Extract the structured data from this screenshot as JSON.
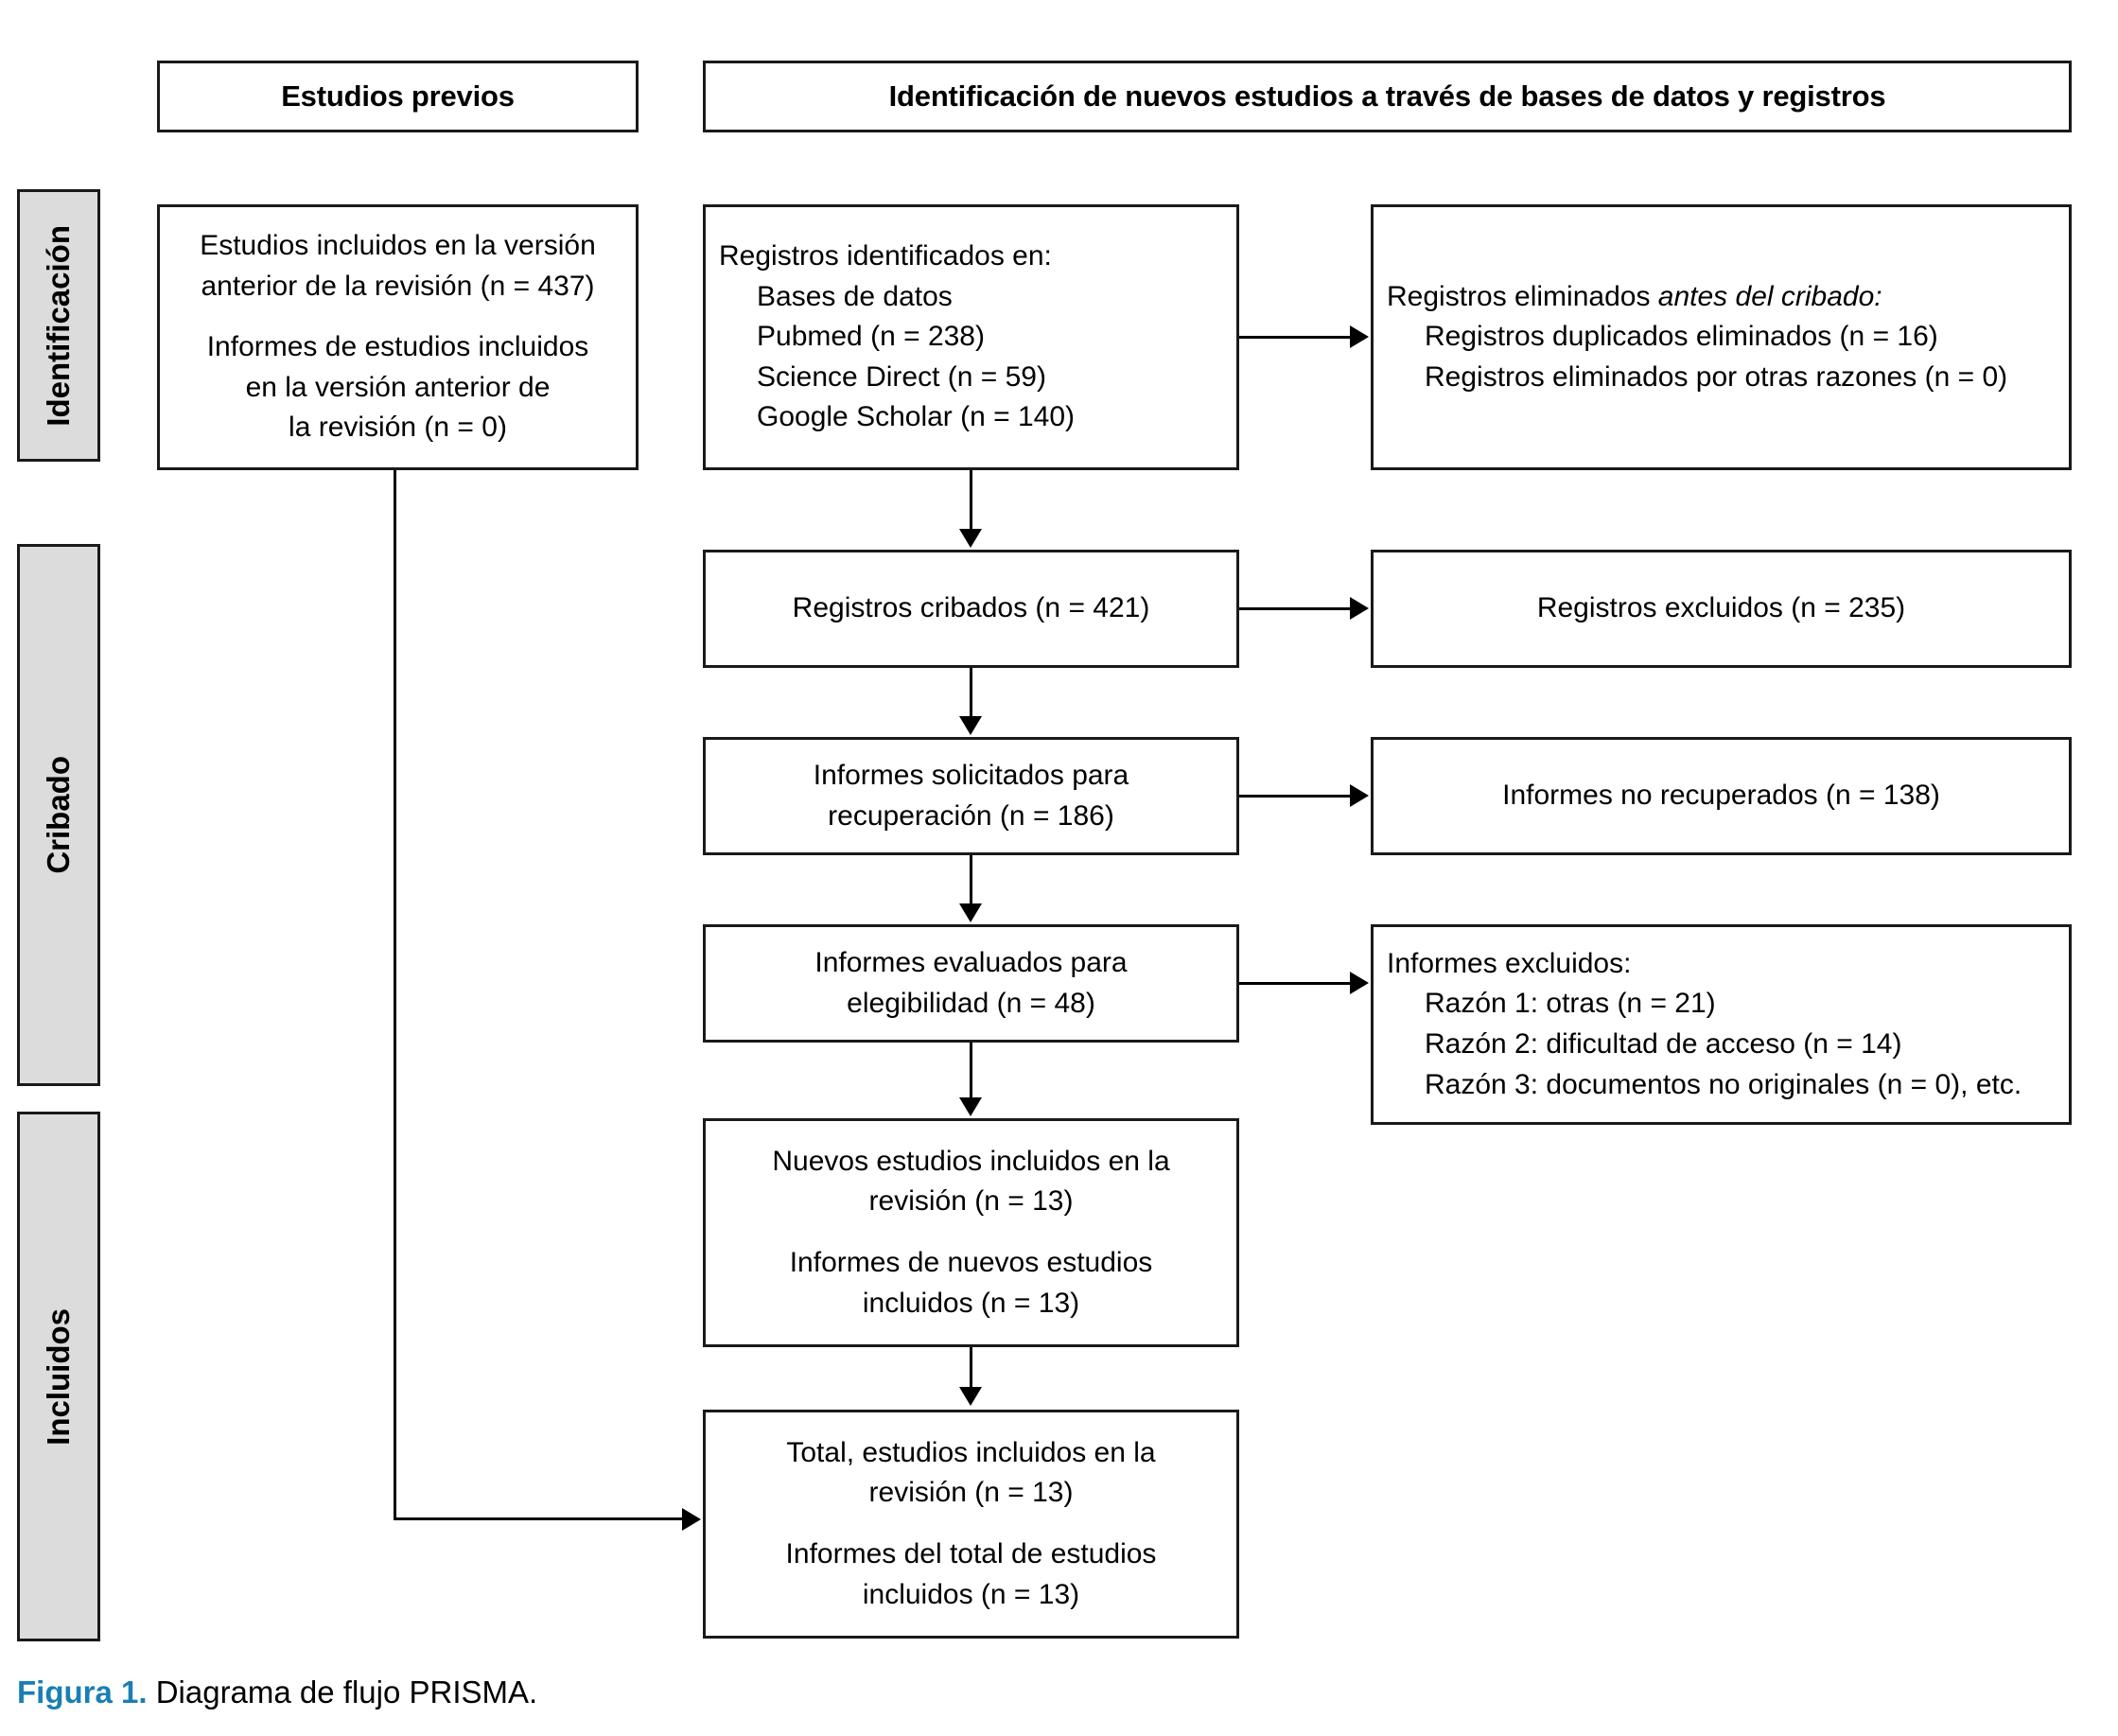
{
  "figure": {
    "title": "Diagrama de flujo PRISMA.",
    "label": "Figura 1.",
    "accent_color": "#1a7fb3",
    "stage_bar_fill": "#dcdcdc",
    "border_color": "#1a1a1a"
  },
  "stages": [
    {
      "id": "identificacion",
      "label": "Identificación"
    },
    {
      "id": "cribado",
      "label": "Cribado"
    },
    {
      "id": "incluidos",
      "label": "Incluidos"
    }
  ],
  "headers": {
    "previous_studies": "Estudios previos",
    "new_studies": "Identificación de nuevos estudios a través de bases de datos y registros"
  },
  "boxes": {
    "previous_included": {
      "line1": "Estudios incluidos en la versión",
      "line2": "anterior de la revisión (n = 437)",
      "line3": "Informes de estudios incluidos",
      "line4": "en la versión anterior de",
      "line5": "la revisión (n = 0)"
    },
    "records_identified": {
      "title": "Registros identificados en:",
      "item1": "Bases de datos",
      "item2": "Pubmed (n = 238)",
      "item3": "Science Direct (n = 59)",
      "item4": "Google Scholar (n = 140)"
    },
    "records_removed": {
      "title_plain": "Registros eliminados ",
      "title_italic": "antes del cribado:",
      "item1": "Registros duplicados eliminados (n = 16)",
      "item2": "Registros eliminados por otras razones (n = 0)"
    },
    "records_screened": {
      "line1": "Registros cribados (n = 421)"
    },
    "records_excluded": {
      "line1": "Registros excluidos (n = 235)"
    },
    "reports_sought": {
      "line1": "Informes solicitados para",
      "line2": "recuperación (n = 186)"
    },
    "reports_not_retrieved": {
      "line1": "Informes no recuperados (n = 138)"
    },
    "reports_assessed": {
      "line1": "Informes evaluados para",
      "line2": "elegibilidad (n = 48)"
    },
    "reports_excluded": {
      "title": "Informes excluidos:",
      "item1": "Razón 1: otras (n = 21)",
      "item2": "Razón 2: dificultad de acceso (n = 14)",
      "item3": "Razón 3: documentos no originales (n = 0), etc."
    },
    "new_included": {
      "line1": "Nuevos estudios incluidos en la",
      "line2": "revisión (n = 13)",
      "line3": "Informes de nuevos estudios",
      "line4": "incluidos (n = 13)"
    },
    "total_included": {
      "line1": "Total, estudios incluidos en la",
      "line2": "revisión (n = 13)",
      "line3": "Informes del total de estudios",
      "line4": "incluidos (n = 13)"
    }
  }
}
